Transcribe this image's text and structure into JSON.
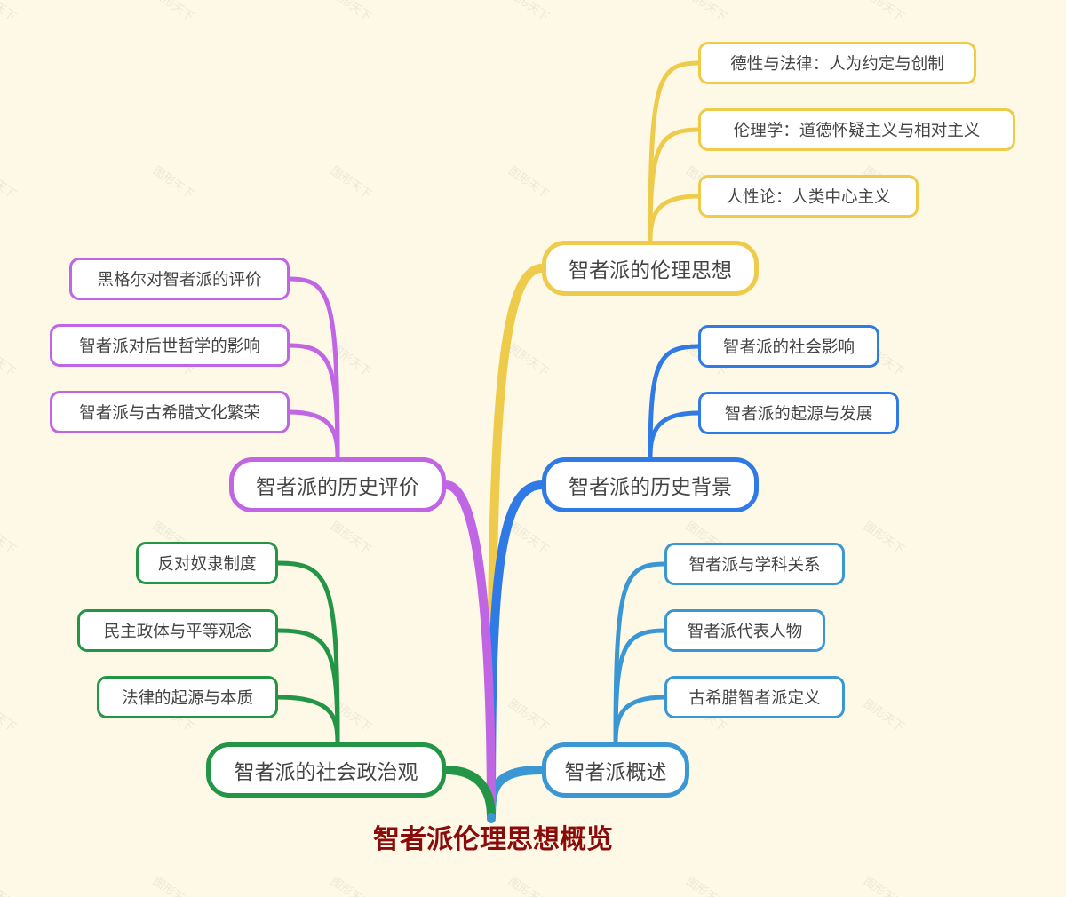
{
  "root": {
    "title": "智者派伦理思想概览",
    "color": "#8b0a0a"
  },
  "watermark": {
    "text": "图形天下"
  },
  "branches": [
    {
      "id": "ethics",
      "label": "智者派的伦理思想",
      "color": "#eecb4a",
      "children": [
        {
          "label": "德性与法律：人为约定与创制"
        },
        {
          "label": "伦理学：道德怀疑主义与相对主义"
        },
        {
          "label": "人性论：人类中心主义"
        }
      ]
    },
    {
      "id": "background",
      "label": "智者派的历史背景",
      "color": "#2f7ae5",
      "children": [
        {
          "label": "智者派的社会影响"
        },
        {
          "label": "智者派的起源与发展"
        }
      ]
    },
    {
      "id": "overview",
      "label": "智者派概述",
      "color": "#3a97d4",
      "children": [
        {
          "label": "智者派与学科关系"
        },
        {
          "label": "智者派代表人物"
        },
        {
          "label": "古希腊智者派定义"
        }
      ]
    },
    {
      "id": "evaluation",
      "label": "智者派的历史评价",
      "color": "#c065e3",
      "children": [
        {
          "label": "黑格尔对智者派的评价"
        },
        {
          "label": "智者派对后世哲学的影响"
        },
        {
          "label": "智者派与古希腊文化繁荣"
        }
      ]
    },
    {
      "id": "politics",
      "label": "智者派的社会政治观",
      "color": "#239547",
      "children": [
        {
          "label": "反对奴隶制度"
        },
        {
          "label": "民主政体与平等观念"
        },
        {
          "label": "法律的起源与本质"
        }
      ]
    }
  ]
}
